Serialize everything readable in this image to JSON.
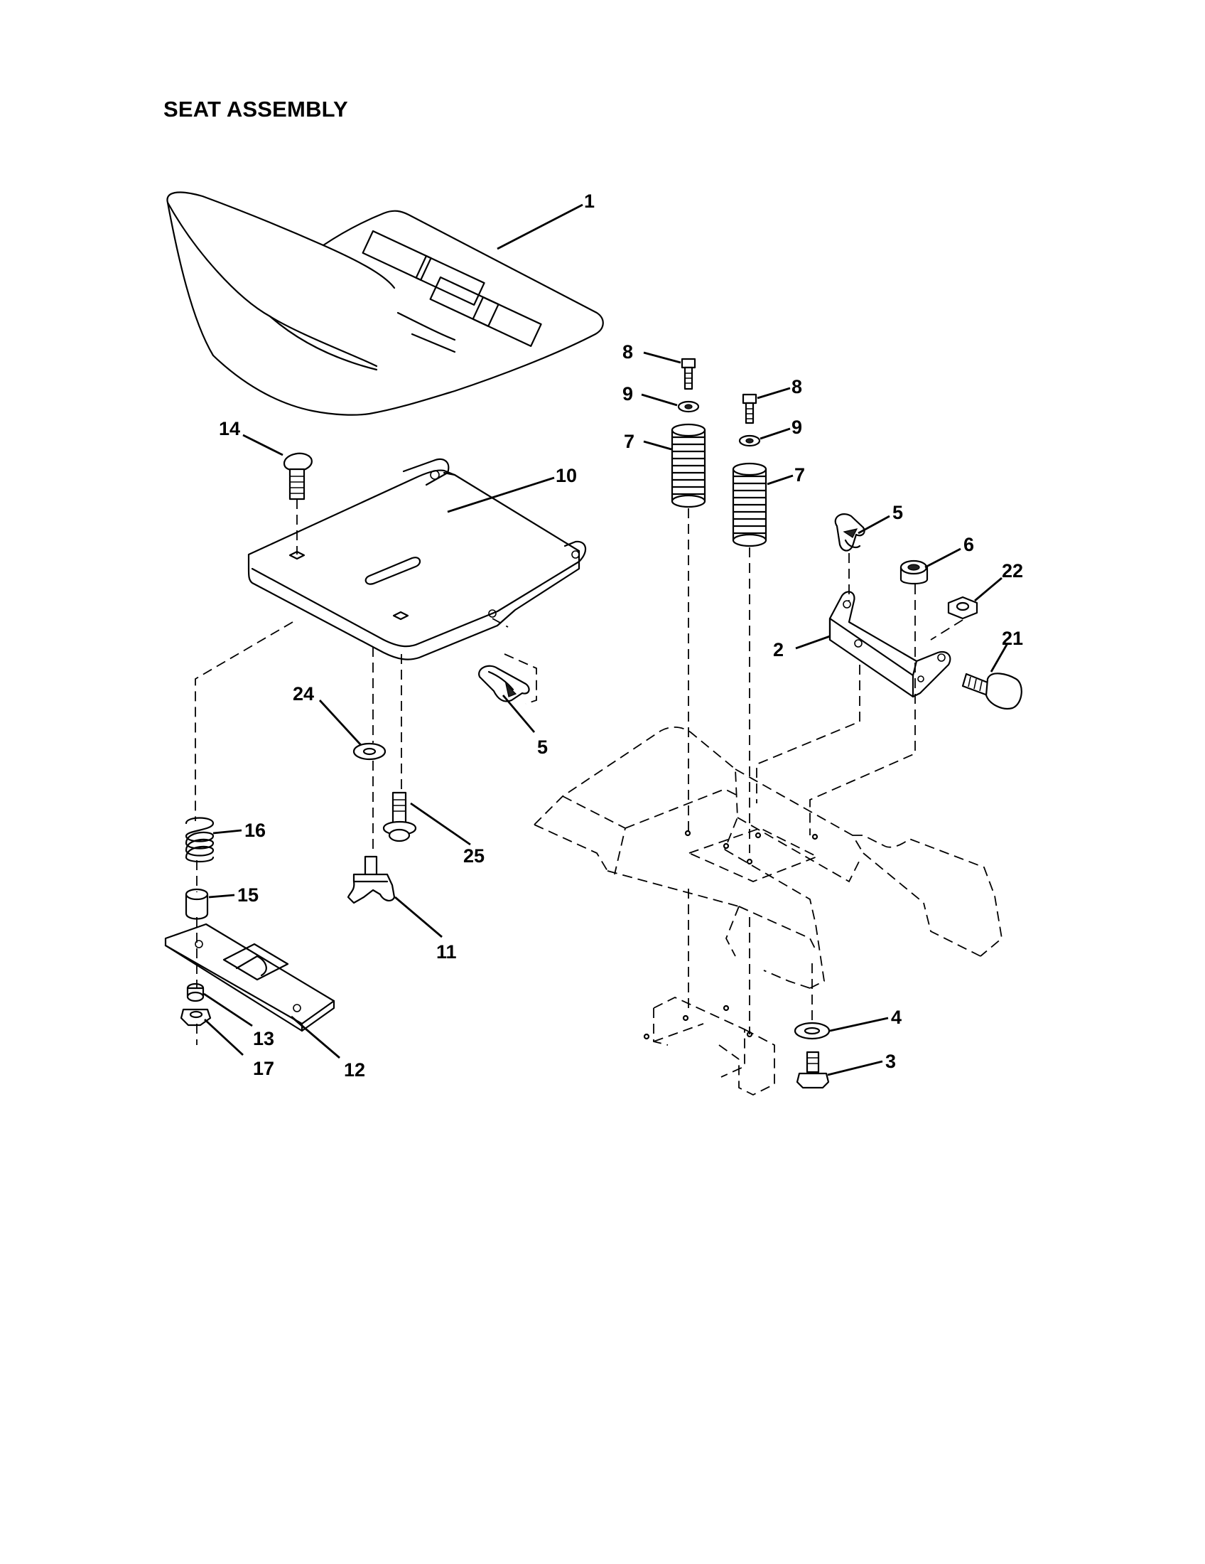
{
  "title": "SEAT ASSEMBLY",
  "callouts": [
    {
      "id": "c1",
      "label": "1"
    },
    {
      "id": "c14",
      "label": "14"
    },
    {
      "id": "c10",
      "label": "10"
    },
    {
      "id": "c5a",
      "label": "5"
    },
    {
      "id": "c24",
      "label": "24"
    },
    {
      "id": "c25",
      "label": "25"
    },
    {
      "id": "c16",
      "label": "16"
    },
    {
      "id": "c15",
      "label": "15"
    },
    {
      "id": "c11",
      "label": "11"
    },
    {
      "id": "c13",
      "label": "13"
    },
    {
      "id": "c17",
      "label": "17"
    },
    {
      "id": "c12",
      "label": "12"
    },
    {
      "id": "c8a",
      "label": "8"
    },
    {
      "id": "c9a",
      "label": "9"
    },
    {
      "id": "c7a",
      "label": "7"
    },
    {
      "id": "c8b",
      "label": "8"
    },
    {
      "id": "c9b",
      "label": "9"
    },
    {
      "id": "c7b",
      "label": "7"
    },
    {
      "id": "c5b",
      "label": "5"
    },
    {
      "id": "c6",
      "label": "6"
    },
    {
      "id": "c22",
      "label": "22"
    },
    {
      "id": "c2",
      "label": "2"
    },
    {
      "id": "c21",
      "label": "21"
    },
    {
      "id": "c4",
      "label": "4"
    },
    {
      "id": "c3",
      "label": "3"
    }
  ]
}
